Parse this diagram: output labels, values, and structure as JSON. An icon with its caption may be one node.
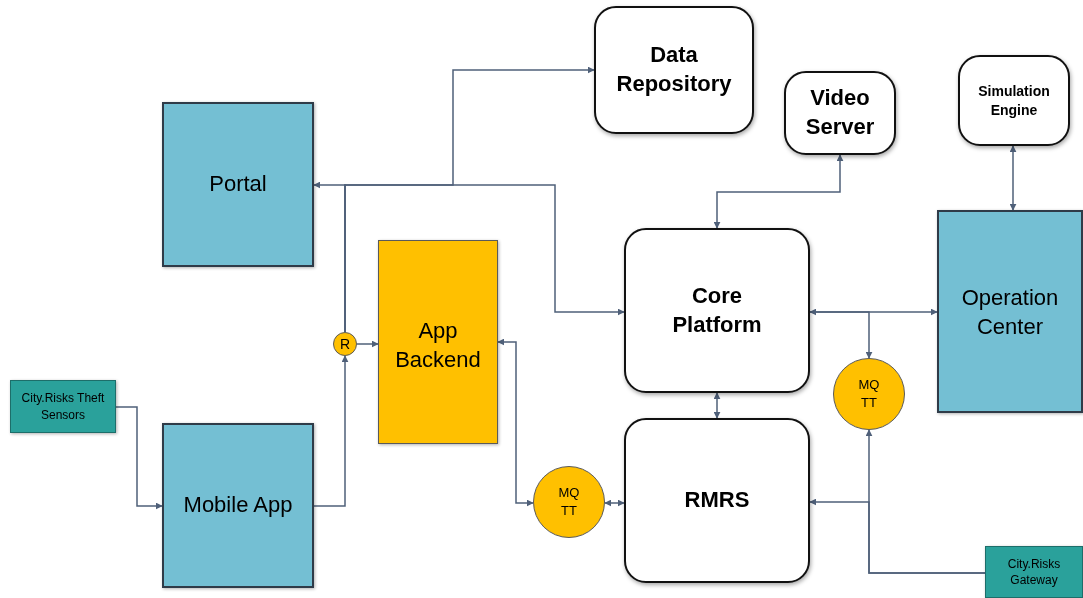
{
  "diagram": {
    "nodes": [
      {
        "text": [
          "Data Repository"
        ]
      },
      {
        "text": [
          "Video Server"
        ]
      },
      {
        "text": [
          "Simulation Engine"
        ]
      },
      {
        "text": [
          "Portal"
        ]
      },
      {
        "text": [
          "App Backend"
        ]
      },
      {
        "text": [
          "Core Platform"
        ]
      },
      {
        "text": [
          "Operation Center"
        ]
      },
      {
        "text": [
          "R"
        ]
      },
      {
        "text": [
          "MQ TT"
        ]
      },
      {
        "text": [
          "City.Risks Theft Sensors"
        ]
      },
      {
        "text": [
          "Mobile App"
        ]
      },
      {
        "text": [
          "MQ TT"
        ]
      },
      {
        "text": [
          "RMRS"
        ]
      },
      {
        "text": [
          "City.Risks Gateway"
        ]
      }
    ],
    "edges": [
      {
        "from": 9,
        "to": 10,
        "arrow": "to"
      },
      {
        "from": 10,
        "to": 7,
        "arrow": "to"
      },
      {
        "from": 7,
        "to": 4,
        "arrow": "to"
      },
      {
        "from": 7,
        "to": 3,
        "arrow": "to"
      },
      {
        "from": 7,
        "to": 0,
        "arrow": "to"
      },
      {
        "from": 7,
        "to": 5,
        "arrow": "to"
      },
      {
        "from": 4,
        "to": 11,
        "arrow": "both"
      },
      {
        "from": 11,
        "to": 12,
        "arrow": "both"
      },
      {
        "from": 5,
        "to": 12,
        "arrow": "both"
      },
      {
        "from": 5,
        "to": 1,
        "arrow": "both"
      },
      {
        "from": 5,
        "to": 6,
        "arrow": "both"
      },
      {
        "from": 5,
        "to": 8,
        "arrow": "to"
      },
      {
        "from": 6,
        "to": 2,
        "arrow": "both"
      },
      {
        "from": 13,
        "to": 8,
        "arrow": "to"
      },
      {
        "from": 13,
        "to": 12,
        "arrow": "to"
      }
    ]
  }
}
